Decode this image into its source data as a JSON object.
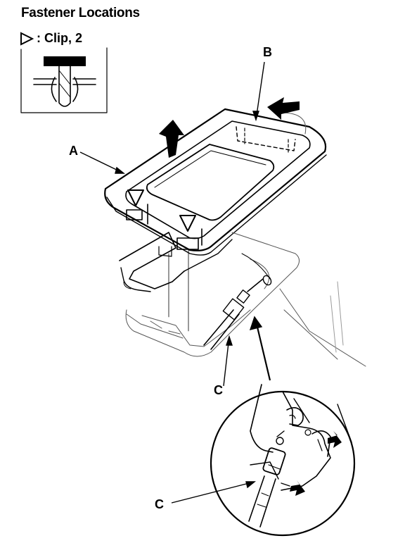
{
  "title": "Fastener Locations",
  "legend": {
    "symbol": "triangle-clip-icon",
    "text": ": Clip, 2"
  },
  "labels": {
    "a": "A",
    "b": "B",
    "c1": "C",
    "c2": "C"
  }
}
